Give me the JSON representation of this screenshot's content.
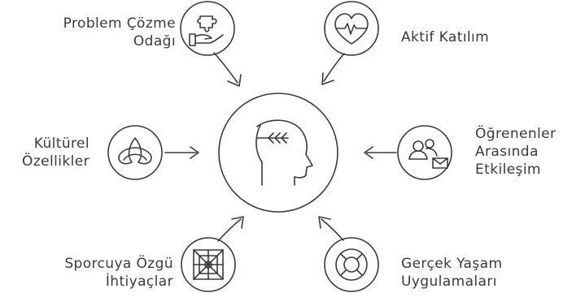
{
  "center": {
    "icon": "head-with-laurel-icon"
  },
  "nodes": {
    "problem_solving": {
      "lines": [
        "Problem Çözme",
        "Odağı"
      ],
      "icon": "puzzle-hand-icon"
    },
    "active_participation": {
      "lines": [
        "Aktif Katılım"
      ],
      "icon": "heart-pulse-icon"
    },
    "cultural_features": {
      "lines": [
        "Kültürel",
        "Özellikler"
      ],
      "icon": "triquetra-icon"
    },
    "learner_interaction": {
      "lines": [
        "Öğrenenler",
        "Arasında",
        "Etkileşim"
      ],
      "icon": "people-mail-icon"
    },
    "athlete_needs": {
      "lines": [
        "Sporcuya Özgü",
        "İhtiyaçlar"
      ],
      "icon": "spider-web-icon"
    },
    "real_life": {
      "lines": [
        "Gerçek Yaşam",
        "Uygulamaları"
      ],
      "icon": "lifebuoy-icon"
    }
  },
  "colors": {
    "stroke": "#3a3a3a",
    "text": "#3a3a3a",
    "background": "#ffffff"
  }
}
